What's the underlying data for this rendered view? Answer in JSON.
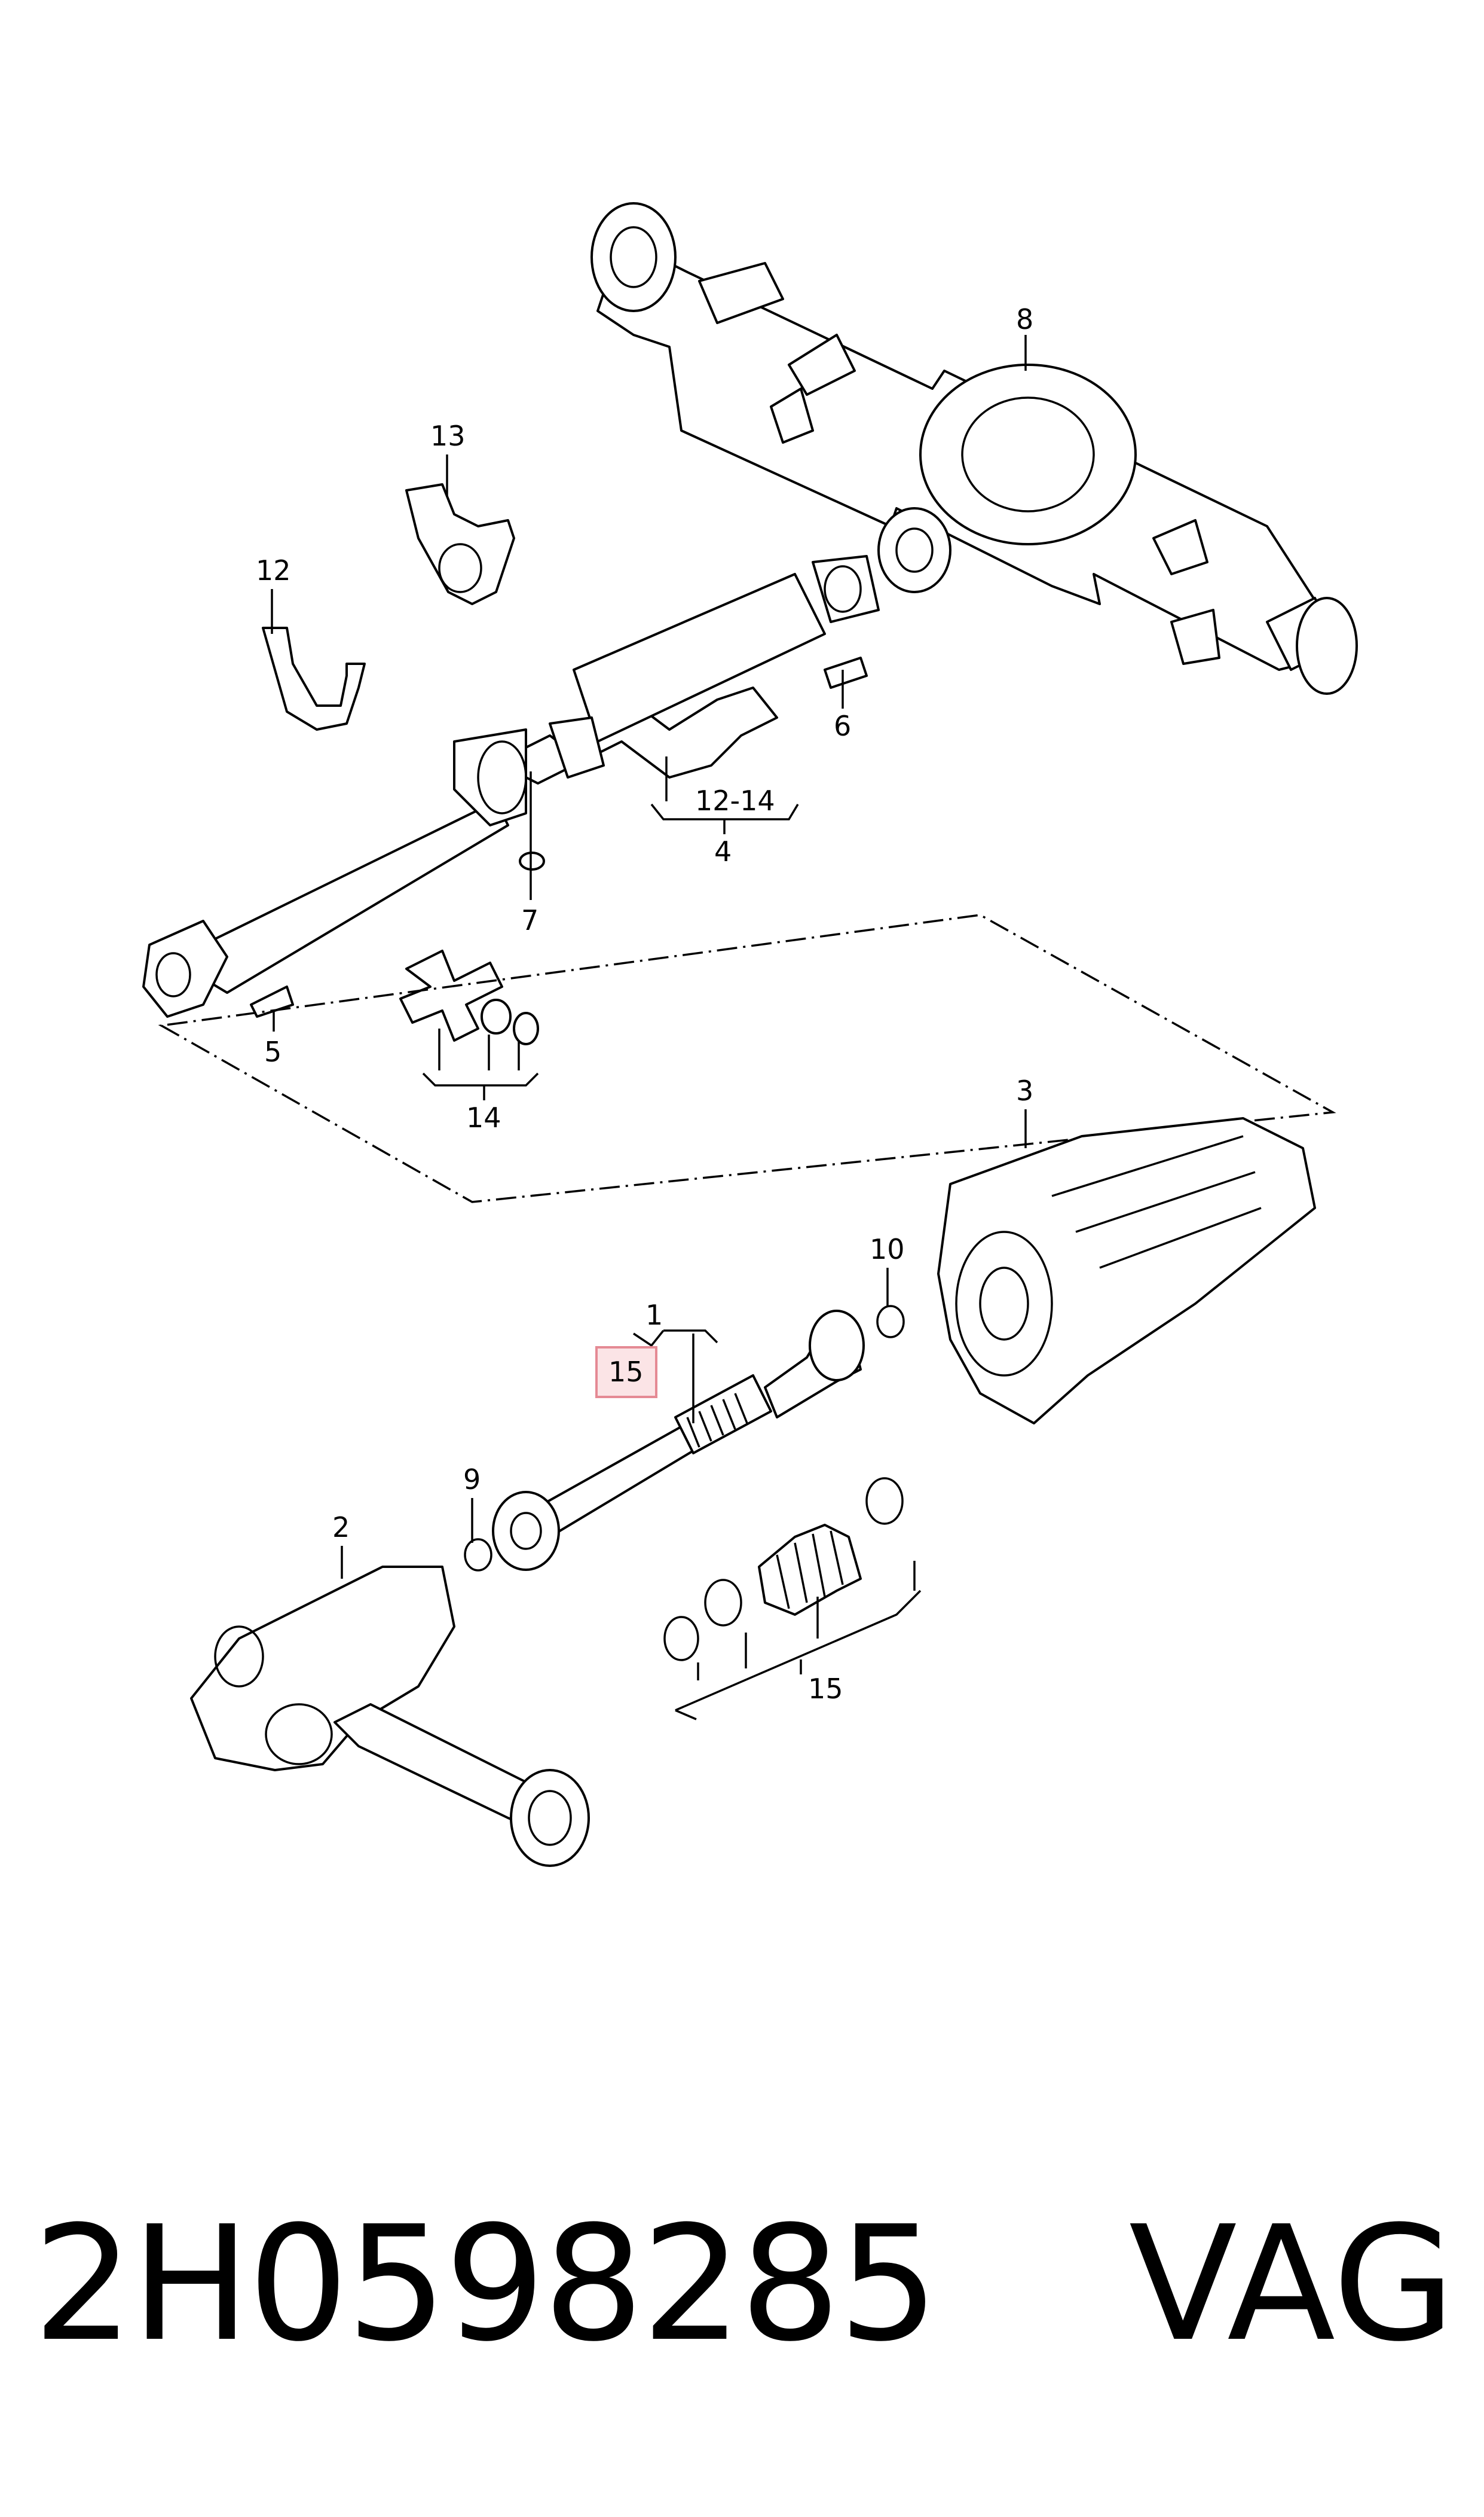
{
  "callouts": {
    "c1": "1",
    "c2": "2",
    "c3": "3",
    "c4": "4",
    "c5": "5",
    "c6": "6",
    "c7": "7",
    "c8": "8",
    "c9": "9",
    "c10": "10",
    "c12": "12",
    "c13": "13",
    "c14": "14",
    "c15": "15",
    "c12_14": "12-14",
    "c15_highlight": "15"
  },
  "footer": {
    "part_number": "2H0598285",
    "brand": "VAG"
  },
  "colors": {
    "highlight_fill": "#fbe4e6",
    "highlight_stroke": "#e58a94",
    "line": "#000000"
  }
}
